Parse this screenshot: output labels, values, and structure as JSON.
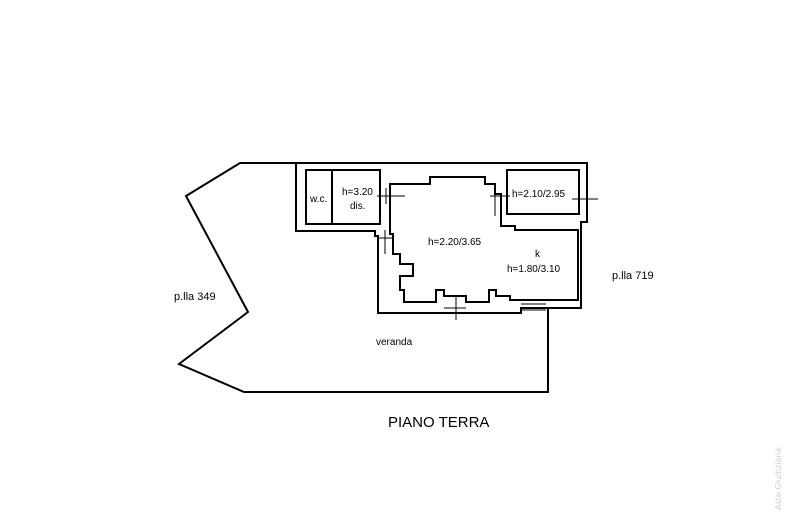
{
  "labels": {
    "wc": "w.c.",
    "h_dis": "h=3.20",
    "dis": "dis.",
    "h_room_ne": "h=2.10/2.95",
    "h_main": "h=2.20/3.65",
    "k": "k",
    "h_k": "h=1.80/3.10",
    "plot_west": "p.lla 349",
    "plot_east": "p.lla 719",
    "veranda": "veranda"
  },
  "title": "PIANO TERRA",
  "watermark": "Aste Giudiziarie"
}
